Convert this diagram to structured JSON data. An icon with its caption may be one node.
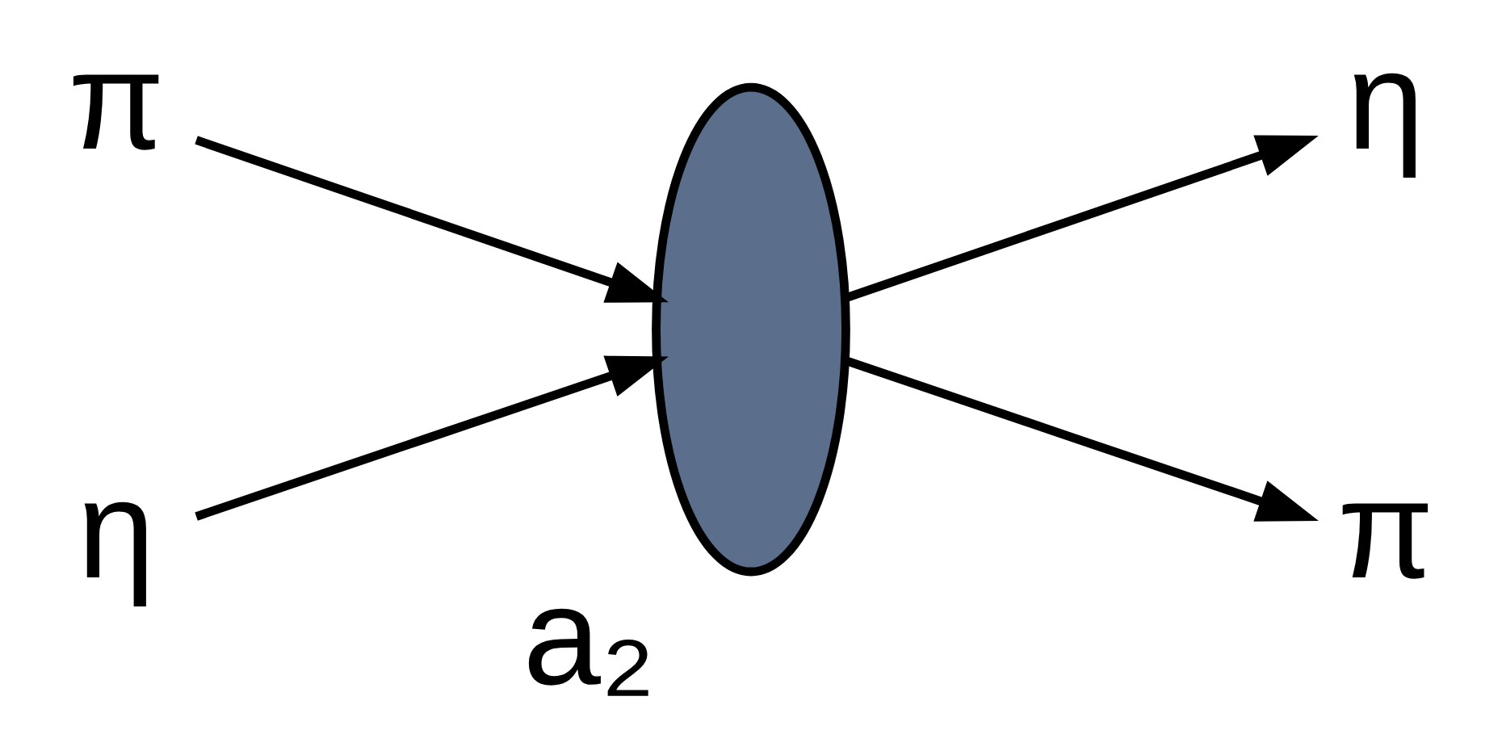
{
  "diagram": {
    "nodes": [
      {
        "text": [
          "π"
        ]
      },
      {
        "text": [
          "η"
        ]
      },
      {
        "text": [
          "a₂"
        ]
      },
      {
        "text": [
          "η"
        ]
      },
      {
        "text": [
          "π"
        ]
      }
    ],
    "edges": [
      {
        "from": 0,
        "to": 2,
        "arrow": "to"
      },
      {
        "from": 1,
        "to": 2,
        "arrow": "to"
      },
      {
        "from": 2,
        "to": 3,
        "arrow": "to"
      },
      {
        "from": 2,
        "to": 4,
        "arrow": "to"
      }
    ]
  }
}
